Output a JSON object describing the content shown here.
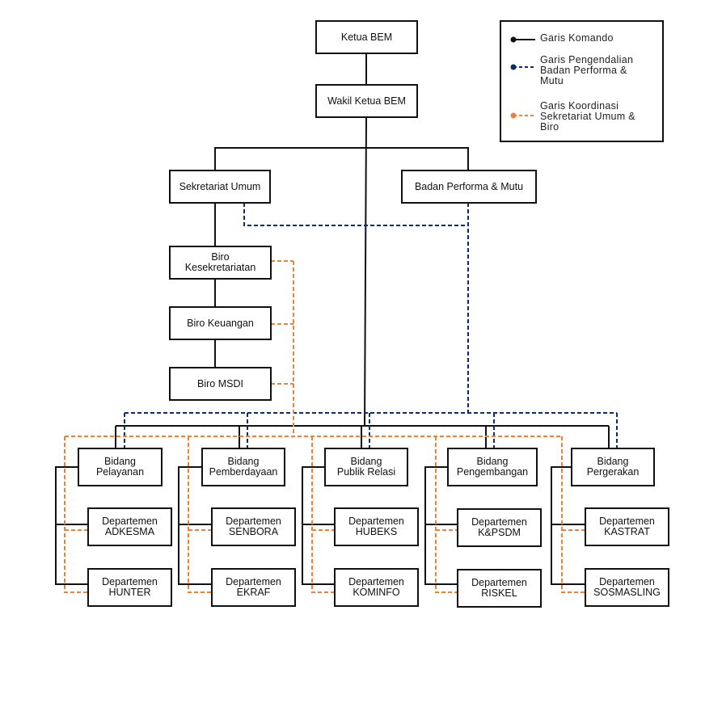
{
  "colors": {
    "command": "#111111",
    "control": "#0b2d6b",
    "coordination": "#e8833a"
  },
  "nodes": {
    "ketua": "Ketua BEM",
    "wakil": "Wakil Ketua BEM",
    "sekum": "Sekretariat Umum",
    "bpm": "Badan Performa & Mutu",
    "biro_kesek": [
      "Biro",
      "Kesekretariatan"
    ],
    "biro_keu": "Biro Keuangan",
    "biro_msdi": "Biro MSDI",
    "bidang": [
      {
        "l1": "Bidang",
        "l2": "Pelayanan"
      },
      {
        "l1": "Bidang",
        "l2": "Pemberdayaan"
      },
      {
        "l1": "Bidang",
        "l2": "Publik Relasi"
      },
      {
        "l1": "Bidang",
        "l2": "Pengembangan"
      },
      {
        "l1": "Bidang",
        "l2": "Pergerakan"
      }
    ],
    "dept_top": [
      {
        "l1": "Departemen",
        "l2": "ADKESMA"
      },
      {
        "l1": "Departemen",
        "l2": "SENBORA"
      },
      {
        "l1": "Departemen",
        "l2": "HUBEKS"
      },
      {
        "l1": "Departemen",
        "l2": "K&PSDM"
      },
      {
        "l1": "Departemen",
        "l2": "KASTRAT"
      }
    ],
    "dept_bottom": [
      {
        "l1": "Departemen",
        "l2": "HUNTER"
      },
      {
        "l1": "Departemen",
        "l2": "EKRAF"
      },
      {
        "l1": "Departemen",
        "l2": "KOMINFO"
      },
      {
        "l1": "Departemen",
        "l2": "RISKEL"
      },
      {
        "l1": "Departemen",
        "l2": "SOSMASLING"
      }
    ]
  },
  "legend": {
    "command": "Garis Komando",
    "control": [
      "Garis Pengendalian",
      "Badan Performa &",
      "Mutu"
    ],
    "coordination": [
      "Garis Koordinasi",
      "Sekretariat Umum &",
      "Biro"
    ]
  }
}
